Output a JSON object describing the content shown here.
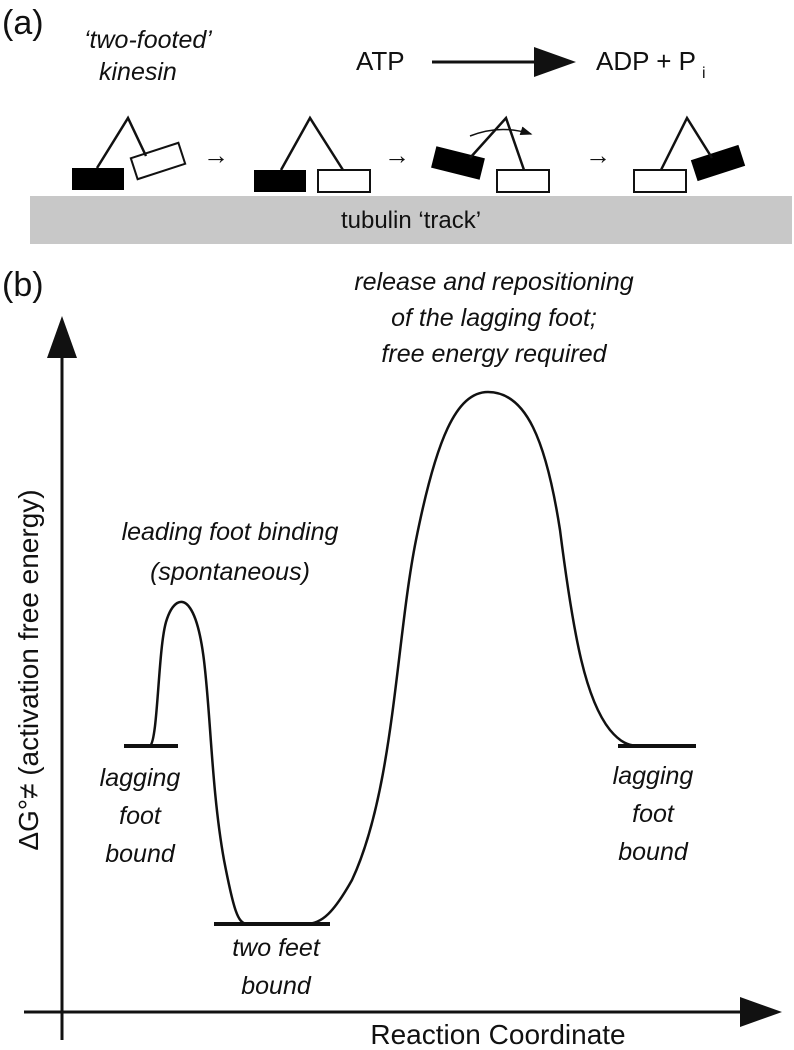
{
  "panel_a": {
    "label": "(a)",
    "kinesin_label_line1": "‘two-footed’",
    "kinesin_label_line2": "kinesin",
    "reaction_left": "ATP",
    "reaction_right": "ADP + P",
    "reaction_subscript": "i",
    "track_label": "tubulin ‘track’",
    "step_arrow": "→"
  },
  "panel_b": {
    "label": "(b)",
    "y_axis_label": "ΔG°≠ (activation free energy)",
    "x_axis_label": "Reaction Coordinate",
    "annotation_peak1": {
      "line1": "leading foot binding",
      "line2": "(spontaneous)"
    },
    "annotation_peak2": {
      "line1": "release and repositioning",
      "line2": "of the lagging foot;",
      "line3": "free energy required"
    },
    "state_left": {
      "line1": "lagging",
      "line2": "foot",
      "line3": "bound"
    },
    "state_middle": {
      "line1": "two feet",
      "line2": "bound"
    },
    "state_right": {
      "line1": "lagging",
      "line2": "foot",
      "line3": "bound"
    }
  },
  "colors": {
    "track_fill": "#c8c8c8",
    "line": "#111111",
    "filled_foot": "#000000",
    "empty_foot": "#ffffff"
  }
}
